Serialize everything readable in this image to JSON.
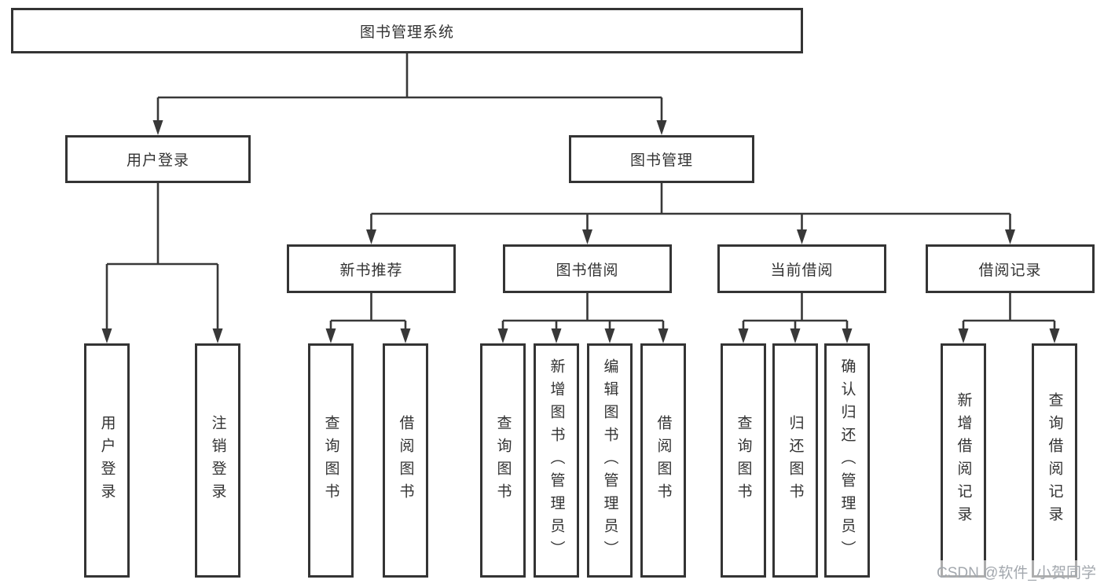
{
  "tree": {
    "label": "图书管理系统",
    "children": [
      {
        "label": "用户登录",
        "children": [
          {
            "label": "用户登录"
          },
          {
            "label": "注销登录"
          }
        ]
      },
      {
        "label": "图书管理",
        "children": [
          {
            "label": "新书推荐",
            "children": [
              {
                "label": "查询图书"
              },
              {
                "label": "借阅图书"
              }
            ]
          },
          {
            "label": "图书借阅",
            "children": [
              {
                "label": "查询图书"
              },
              {
                "label": "新增图书（管理员）"
              },
              {
                "label": "编辑图书（管理员）"
              },
              {
                "label": "借阅图书"
              }
            ]
          },
          {
            "label": "当前借阅",
            "children": [
              {
                "label": "查询图书"
              },
              {
                "label": "归还图书"
              },
              {
                "label": "确认归还（管理员）"
              }
            ]
          },
          {
            "label": "借阅记录",
            "children": [
              {
                "label": "新增借阅记录"
              },
              {
                "label": "查询借阅记录"
              }
            ]
          }
        ]
      }
    ]
  },
  "watermark": {
    "text": "CSDN @软件_小贺同学"
  },
  "colors": {
    "line": "#383838",
    "box_border": "#343434",
    "text": "#333333",
    "watermark_text": "#a3a8ae",
    "background": "#ffffff"
  }
}
